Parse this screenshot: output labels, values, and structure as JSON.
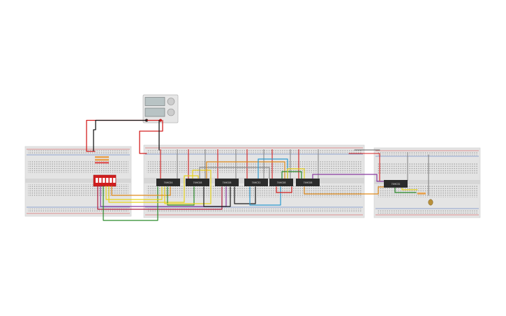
{
  "power_supply": {
    "name": "dc-power-supply"
  },
  "chips": [
    {
      "label": "74HC04"
    },
    {
      "label": "74HC08"
    },
    {
      "label": "74HC08"
    },
    {
      "label": "74HC32"
    },
    {
      "label": "74HC08"
    },
    {
      "label": "74HC08"
    },
    {
      "label": "74HC32"
    }
  ],
  "dip_switch": {
    "positions": 6,
    "color": "#d01e1e"
  },
  "colors": {
    "breadboard": "#e2e2e2",
    "rail_red": "#d23a3a",
    "rail_blue": "#3a63b8",
    "chip": "#2b2b2b",
    "wires": [
      "#d42020",
      "#1a1a1a",
      "#2a8a2a",
      "#e6d21a",
      "#e08a1a",
      "#2a9ad0",
      "#8a3aa0",
      "#b01a3a",
      "#9a9a9a"
    ]
  }
}
